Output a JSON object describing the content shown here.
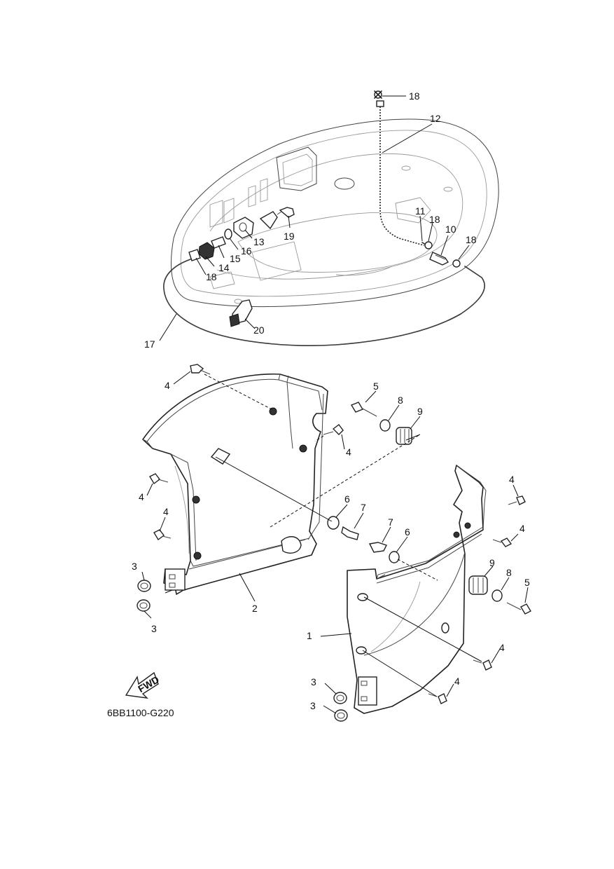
{
  "diagram_code": "6BB1100-G220",
  "fwd_label": "FWD",
  "callouts": [
    {
      "id": "c18a",
      "text": "18"
    },
    {
      "id": "c12",
      "text": "12"
    },
    {
      "id": "c11",
      "text": "11"
    },
    {
      "id": "c18b",
      "text": "18"
    },
    {
      "id": "c10",
      "text": "10"
    },
    {
      "id": "c18c",
      "text": "18"
    },
    {
      "id": "c19",
      "text": "19"
    },
    {
      "id": "c13",
      "text": "13"
    },
    {
      "id": "c16",
      "text": "16"
    },
    {
      "id": "c15",
      "text": "15"
    },
    {
      "id": "c14",
      "text": "14"
    },
    {
      "id": "c18d",
      "text": "18"
    },
    {
      "id": "c20",
      "text": "20"
    },
    {
      "id": "c17",
      "text": "17"
    },
    {
      "id": "c4a",
      "text": "4"
    },
    {
      "id": "c5a",
      "text": "5"
    },
    {
      "id": "c8a",
      "text": "8"
    },
    {
      "id": "c9a",
      "text": "9"
    },
    {
      "id": "c4b",
      "text": "4"
    },
    {
      "id": "c4c",
      "text": "4"
    },
    {
      "id": "c4d",
      "text": "4"
    },
    {
      "id": "c6a",
      "text": "6"
    },
    {
      "id": "c7a",
      "text": "7"
    },
    {
      "id": "c7b",
      "text": "7"
    },
    {
      "id": "c6b",
      "text": "6"
    },
    {
      "id": "c4e",
      "text": "4"
    },
    {
      "id": "c4f",
      "text": "4"
    },
    {
      "id": "c3a",
      "text": "3"
    },
    {
      "id": "c3b",
      "text": "3"
    },
    {
      "id": "c2",
      "text": "2"
    },
    {
      "id": "c9b",
      "text": "9"
    },
    {
      "id": "c8b",
      "text": "8"
    },
    {
      "id": "c5b",
      "text": "5"
    },
    {
      "id": "c1",
      "text": "1"
    },
    {
      "id": "c4g",
      "text": "4"
    },
    {
      "id": "c4h",
      "text": "4"
    },
    {
      "id": "c3c",
      "text": "3"
    },
    {
      "id": "c3d",
      "text": "3"
    }
  ]
}
